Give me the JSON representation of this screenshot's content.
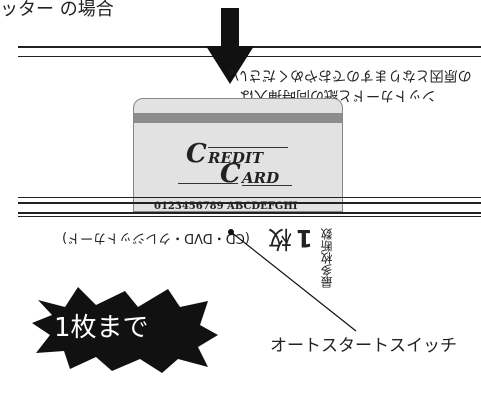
{
  "heading": "ッター の場合",
  "notice": {
    "line1": "の原因となりますのでおやめください。",
    "line2": "ンットカードと紙の同時挿入は"
  },
  "card": {
    "word1": "REDIT",
    "word2": "ARD",
    "initial1": "C",
    "initial2": "C",
    "number": "0123456789 ABCDEFGHI"
  },
  "max_sheets": {
    "label": "最多枚断数",
    "count": "1",
    "unit": "枚",
    "note": "(CD・DVD・クレジットカード)"
  },
  "badge": "1枚まで",
  "switch_label": "オートスタートスイッチ"
}
